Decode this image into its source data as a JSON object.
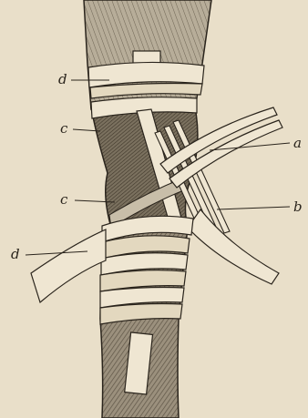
{
  "labels": {
    "d_top": "d",
    "c_top": "c",
    "a": "a",
    "c_mid": "c",
    "b": "b",
    "d_bottom": "d"
  },
  "colors": {
    "paper": "#e9dfc9",
    "ink": "#2a241c",
    "limb_shade": "#8f8574",
    "band": "#efe6d2"
  }
}
